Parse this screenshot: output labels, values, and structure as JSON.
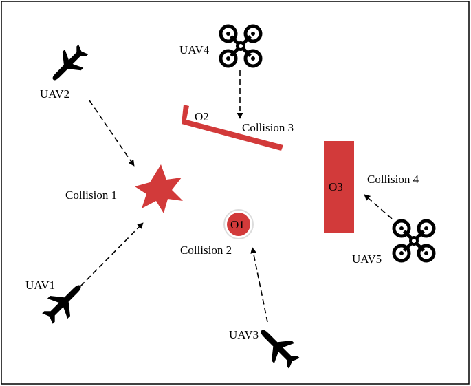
{
  "colors": {
    "obstacle": "#d23a3a",
    "ink": "#000000",
    "frame": "#000000",
    "background": "#ffffff"
  },
  "uavs": [
    {
      "id": "uav1",
      "label": "UAV1",
      "icon": "airplane-icon"
    },
    {
      "id": "uav2",
      "label": "UAV2",
      "icon": "airplane-icon"
    },
    {
      "id": "uav3",
      "label": "UAV3",
      "icon": "airplane-icon"
    },
    {
      "id": "uav4",
      "label": "UAV4",
      "icon": "quadcopter-icon"
    },
    {
      "id": "uav5",
      "label": "UAV5",
      "icon": "quadcopter-icon"
    }
  ],
  "obstacles": [
    {
      "id": "o1",
      "label": "O1",
      "shape": "circle"
    },
    {
      "id": "o2",
      "label": "O2",
      "shape": "bent-bar"
    },
    {
      "id": "o3",
      "label": "O3",
      "shape": "rectangle"
    }
  ],
  "collisions": [
    {
      "id": "c1",
      "label": "Collision 1",
      "icon": "explosion-star-icon"
    },
    {
      "id": "c2",
      "label": "Collision 2"
    },
    {
      "id": "c3",
      "label": "Collision 3"
    },
    {
      "id": "c4",
      "label": "Collision 4"
    }
  ]
}
